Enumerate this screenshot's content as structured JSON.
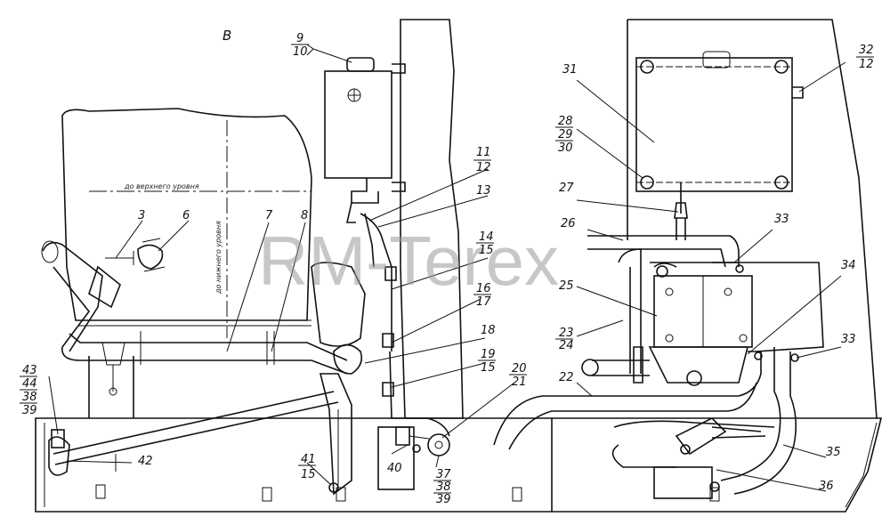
{
  "section_label": "В",
  "watermark": "RM-Terex",
  "annotations": {
    "tank_top": "до верхнего уровня",
    "tank_side": "до нижнего уровня"
  },
  "callouts": [
    {
      "text": "9"
    },
    {
      "text": "10"
    },
    {
      "text": "3"
    },
    {
      "text": "6"
    },
    {
      "text": "7"
    },
    {
      "text": "8"
    },
    {
      "text": "11"
    },
    {
      "text": "12"
    },
    {
      "text": "13"
    },
    {
      "text": "14"
    },
    {
      "text": "15"
    },
    {
      "text": "16"
    },
    {
      "text": "17"
    },
    {
      "text": "18"
    },
    {
      "text": "19"
    },
    {
      "text": "15"
    },
    {
      "text": "20"
    },
    {
      "text": "21"
    },
    {
      "text": "31"
    },
    {
      "text": "32"
    },
    {
      "text": "12"
    },
    {
      "text": "28"
    },
    {
      "text": "29"
    },
    {
      "text": "30"
    },
    {
      "text": "27"
    },
    {
      "text": "26"
    },
    {
      "text": "33"
    },
    {
      "text": "25"
    },
    {
      "text": "34"
    },
    {
      "text": "23"
    },
    {
      "text": "24"
    },
    {
      "text": "33"
    },
    {
      "text": "22"
    },
    {
      "text": "35"
    },
    {
      "text": "36"
    },
    {
      "text": "43"
    },
    {
      "text": "44"
    },
    {
      "text": "38"
    },
    {
      "text": "39"
    },
    {
      "text": "42"
    },
    {
      "text": "41"
    },
    {
      "text": "15"
    },
    {
      "text": "40"
    },
    {
      "text": "37"
    },
    {
      "text": "38"
    },
    {
      "text": "39"
    }
  ]
}
